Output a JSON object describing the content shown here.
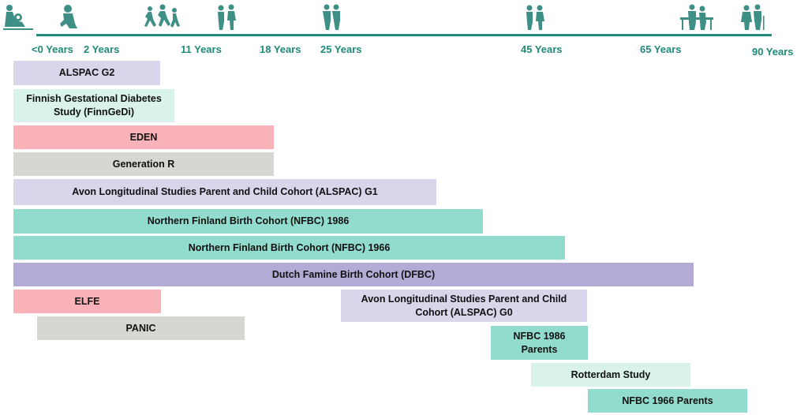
{
  "colors": {
    "axis": "#1f8a78",
    "icon": "#3e8f86",
    "lavender": "#dad5ea",
    "mint_light": "#d9f2ec",
    "pink": "#f9b3b8",
    "grey": "#d6d6d2",
    "teal": "#92dccd",
    "purple": "#b3abd6"
  },
  "age_labels": [
    "<0 Years",
    "2 Years",
    "11 Years",
    "18 Years",
    "25 Years",
    "45 Years",
    "65 Years",
    "90 Years"
  ],
  "life_stage_icons": [
    "pregnancy-icon",
    "toddler-icon",
    "running-children-icon",
    "teenagers-icon",
    "young-adults-icon",
    "adults-icon",
    "seniors-at-table-icon",
    "elderly-couple-icon"
  ],
  "cohorts": [
    {
      "label": "ALSPAC G2",
      "color": "lavender"
    },
    {
      "label": "Finnish Gestational Diabetes Study (FinnGeDi)",
      "color": "mint_light"
    },
    {
      "label": "EDEN",
      "color": "pink"
    },
    {
      "label": "Generation R",
      "color": "grey"
    },
    {
      "label": "Avon Longitudinal Studies Parent and Child Cohort (ALSPAC) G1",
      "color": "lavender"
    },
    {
      "label": "Northern Finland Birth Cohort (NFBC) 1986",
      "color": "teal"
    },
    {
      "label": "Northern Finland Birth Cohort (NFBC) 1966",
      "color": "teal"
    },
    {
      "label": "Dutch Famine Birth Cohort (DFBC)",
      "color": "purple"
    },
    {
      "label": "ELFE",
      "color": "pink"
    },
    {
      "label": "Avon Longitudinal Studies Parent and Child Cohort (ALSPAC) G0",
      "color": "lavender"
    },
    {
      "label": "PANIC",
      "color": "grey"
    },
    {
      "label": "NFBC 1986 Parents",
      "color": "teal"
    },
    {
      "label": "Rotterdam Study",
      "color": "mint_light"
    },
    {
      "label": "NFBC 1966 Parents",
      "color": "teal"
    }
  ]
}
